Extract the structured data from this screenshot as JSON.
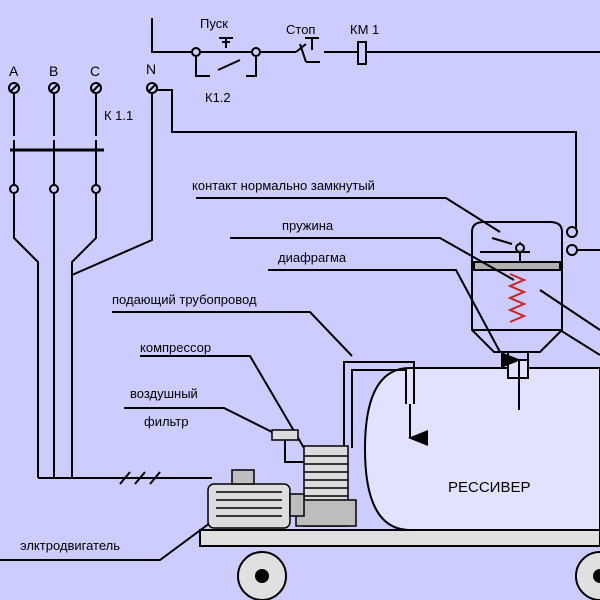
{
  "colors": {
    "background": "#ccccff",
    "line": "#000000",
    "receiver_body": "#e2e2ff",
    "metal_light": "#dcdcdc",
    "metal_dark": "#9a9a9a",
    "spring": "#cc2222"
  },
  "phases": [
    "A",
    "B",
    "C",
    "N"
  ],
  "labels": {
    "start": "Пуск",
    "stop": "Стоп",
    "km1": "КМ 1",
    "k12": "К1.2",
    "k11": "К 1.1",
    "contact_nc": "контакт нормально замкнутый",
    "spring": "пружина",
    "diaphragm": "диафрагма",
    "supply_pipe": "подающий трубопровод",
    "compressor": "компрессор",
    "air_filter_1": "воздушный",
    "air_filter_2": "фильтр",
    "receiver": "РЕССИВЕР",
    "motor": "элктродвигатель"
  }
}
